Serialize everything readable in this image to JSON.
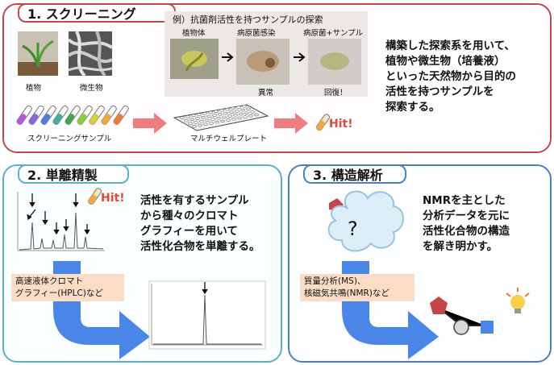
{
  "panel1": {
    "title": "1. スクリーニング",
    "plant_label": "植物",
    "microbe_label": "微生物",
    "example_title": "例）抗菌剤活性を持つサンプルの探索",
    "example_labels": [
      "植物体",
      "病原菌感染",
      "病原菌+サンプル"
    ],
    "abnormal_label": "異常",
    "recovery_label": "回復！",
    "sample_label": "スクリーニングサンプル",
    "plate_label": "マルチウェルプレート",
    "hit_label": "Hit!",
    "description_lines": [
      "構築した探索系を用いて、",
      "植物や微生物（培養液）",
      "といった天然物から目的の",
      "活性を持つサンプルを",
      "探索する。"
    ]
  },
  "panel2": {
    "title": "2. 単離精製",
    "hit_label": "Hit!",
    "description_lines": [
      "活性を有するサンプル",
      "から種々のクロマト",
      "グラフィーを用いて",
      "活性化合物を単離する。"
    ],
    "method_lines": [
      "高速液体クロマト",
      "グラフィー(HPLC)など"
    ]
  },
  "panel3": {
    "title": "3. 構造解析",
    "unknown_mark": "?",
    "description_lines": [
      "NMRを主とした",
      "分析データを元に",
      "活性化合物の構造",
      "を解き明かす。"
    ],
    "method_lines": [
      "質量分析(MS)、",
      "核磁気共鳴(NMR)など"
    ]
  },
  "colors": {
    "panel1_border": "#c4474a",
    "panel2_border": "#5bb0c6",
    "panel3_border": "#4a7fc0",
    "method_bg": "#fbdcc5",
    "arrow_blue": "#4a86e8",
    "arrow_red": "#ef7d7d"
  }
}
